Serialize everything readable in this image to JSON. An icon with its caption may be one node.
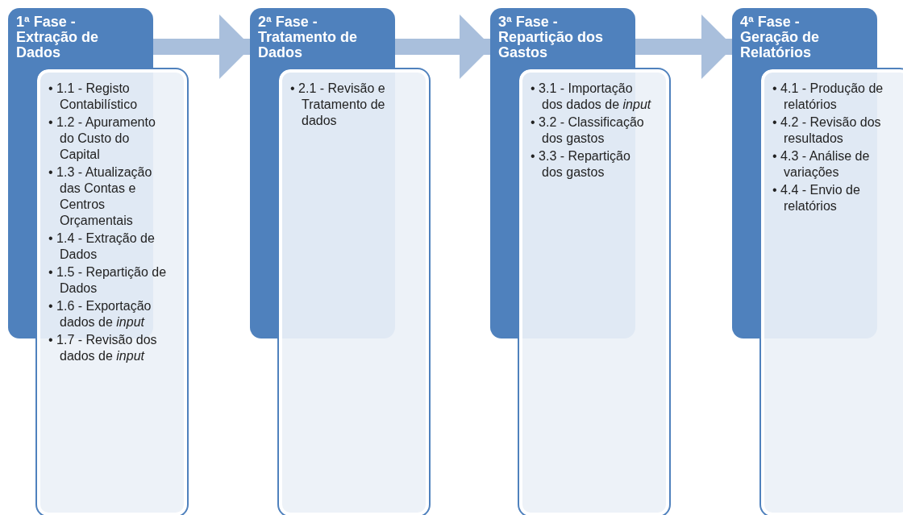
{
  "diagram": {
    "nodes": [
      {
        "text": [
          "1ª Fase - Extração de Dados",
          "• 1.1 - Registo Contabilístico",
          "• 1.2 - Apuramento do Custo do Capital",
          "• 1.3 - Atualização das Contas e Centros Orçamentais",
          "• 1.4 - Extração de Dados",
          "• 1.5 - Repartição de Dados",
          "• 1.6 - Exportação dados de *input*",
          "• 1.7 - Revisão dos dados de *input*"
        ]
      },
      {
        "text": [
          "2ª Fase - Tratamento de Dados",
          "• 2.1 - Revisão e Tratamento de dados"
        ]
      },
      {
        "text": [
          "3ª Fase - Repartição dos Gastos",
          "• 3.1 - Importação dos dados de *input*",
          "• 3.2 - Classificação dos gastos",
          "• 3.3 - Repartição dos gastos"
        ]
      },
      {
        "text": [
          "4ª Fase - Geração de Relatórios",
          "• 4.1 - Produção de relatórios",
          "• 4.2 - Revisão dos resultados",
          "• 4.3 - Análise de variações",
          "• 4.4 - Envio de relatórios"
        ]
      }
    ],
    "edges": [
      {
        "from": 0,
        "to": 1,
        "arrow": "to"
      },
      {
        "from": 1,
        "to": 2,
        "arrow": "to"
      },
      {
        "from": 2,
        "to": 3,
        "arrow": "to"
      }
    ]
  }
}
